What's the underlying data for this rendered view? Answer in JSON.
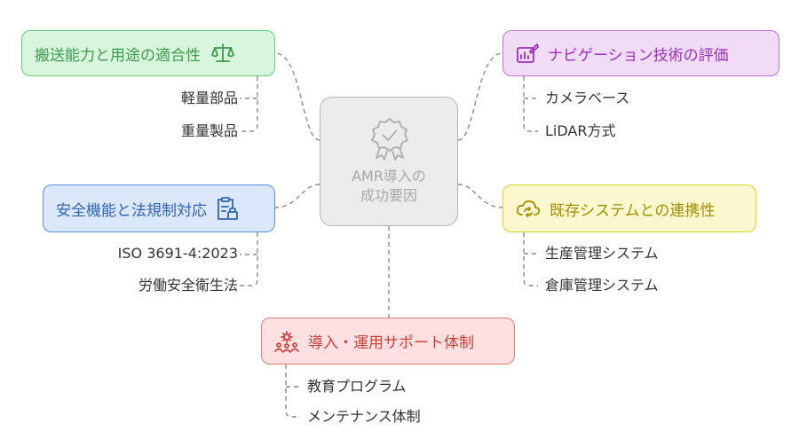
{
  "center": {
    "line1": "AMR導入の",
    "line2": "成功要因",
    "icon": "award-ribbon-icon"
  },
  "branches": {
    "load": {
      "title": "搬送能力と用途の適合性",
      "icon": "balance-scale-icon",
      "color": "#61d27a",
      "items": [
        "軽量部品",
        "重量製品"
      ]
    },
    "navigation": {
      "title": "ナビゲーション技術の評価",
      "icon": "chart-board-icon",
      "color": "#c56fe0",
      "items": [
        "カメラベース",
        "LiDAR方式"
      ]
    },
    "safety": {
      "title": "安全機能と法規制対応",
      "icon": "clipboard-lock-icon",
      "color": "#5b8ee0",
      "items": [
        "ISO 3691-4:2023",
        "労働安全衛生法"
      ]
    },
    "integration": {
      "title": "既存システムとの連携性",
      "icon": "cloud-sync-icon",
      "color": "#e3d12b",
      "items": [
        "生産管理システム",
        "倉庫管理システム"
      ]
    },
    "support": {
      "title": "導入・運用サポート体制",
      "icon": "team-gear-icon",
      "color": "#e57a77",
      "items": [
        "教育プログラム",
        "メンテナンス体制"
      ]
    }
  }
}
